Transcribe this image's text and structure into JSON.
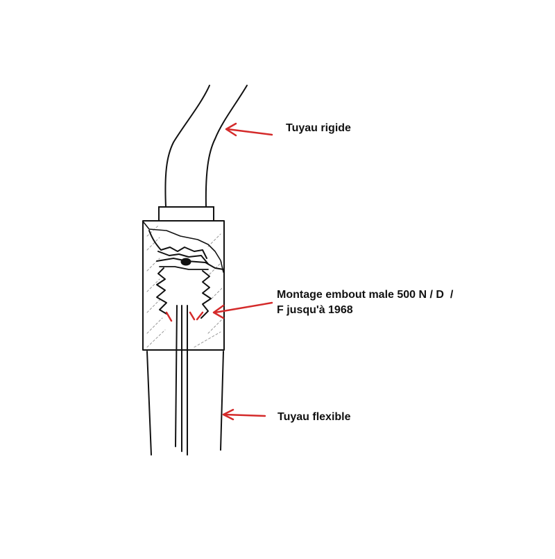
{
  "colors": {
    "ink": "#111111",
    "arrow": "#d42a2a",
    "background": "#ffffff"
  },
  "labels": {
    "rigid_pipe": "Tuyau rigide",
    "fitting_line1": "Montage embout male 500 N / D  /",
    "fitting_line2": "F jusqu'à 1968",
    "flexible_pipe": "Tuyau flexible"
  }
}
